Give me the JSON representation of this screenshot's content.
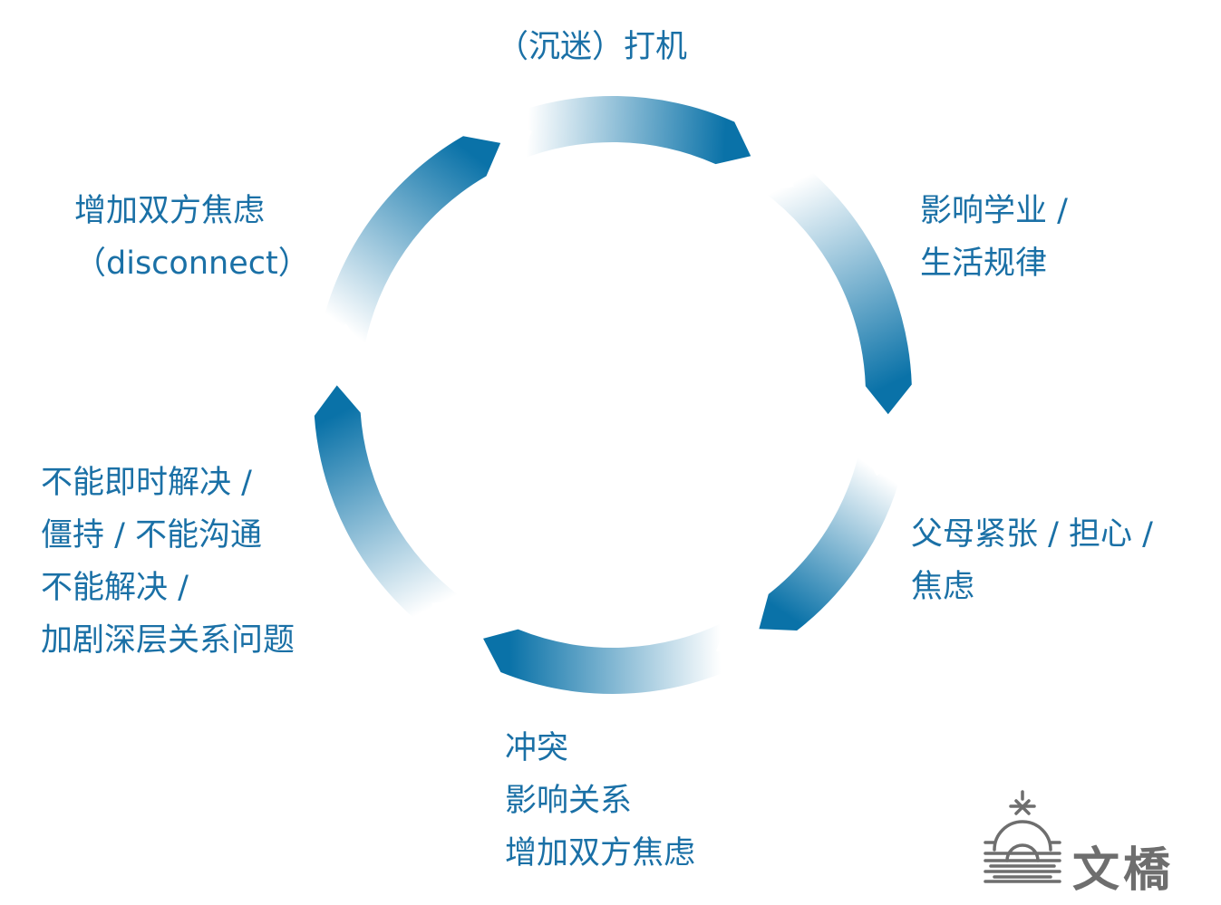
{
  "colors": {
    "arrow_dark": "#0a72a8",
    "arrow_light": "#ffffff",
    "text": "#1a70a6",
    "logo": "#6e6e6e"
  },
  "cycle": {
    "steps": [
      {
        "lines": [
          "（沉迷）打机"
        ]
      },
      {
        "lines": [
          "影响学业 /",
          "生活规律"
        ]
      },
      {
        "lines": [
          "父母紧张 / 担心 /",
          "焦虑"
        ]
      },
      {
        "lines": [
          "冲突",
          "影响关系",
          "增加双方焦虑"
        ]
      },
      {
        "lines": [
          "不能即时解决 /",
          "僵持 / 不能沟通",
          "不能解决 /",
          "加剧深层关系问题"
        ]
      },
      {
        "lines": [
          "增加双方焦虑",
          "（disconnect）"
        ]
      }
    ]
  },
  "logo": {
    "text": "文橋"
  }
}
